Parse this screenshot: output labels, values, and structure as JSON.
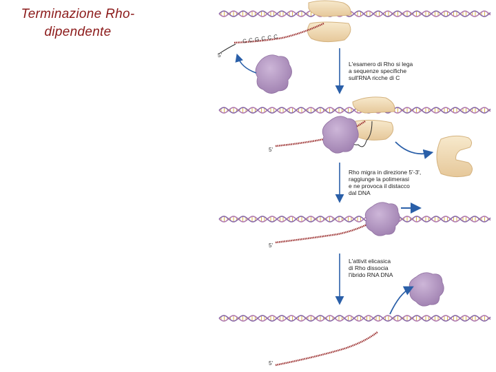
{
  "title": {
    "line1": "Terminazione Rho-",
    "line2": "dipendente"
  },
  "steps": [
    {
      "lines": [
        "L'esamero di Rho si lega",
        "a sequenze specifiche",
        "sull'RNA ricche di C"
      ]
    },
    {
      "lines": [
        "Rho migra in direzione 5'-3',",
        "raggiunge la polimerasi",
        "e ne provoca il distacco",
        "dal DNA"
      ]
    },
    {
      "lines": [
        "L'attivit  elicasica",
        "di Rho dissocia",
        "l'ibrido RNA DNA"
      ]
    }
  ],
  "rna_end_label": "5'",
  "c_rich_sequence": "C C G C C C",
  "colors": {
    "title": "#8b1a1a",
    "dna_strand_a": "#b07bb0",
    "dna_strand_b": "#8a6aa8",
    "rna": "#9b2f2f",
    "rho": "#b59ac2",
    "polymerase": "#f0dcb4",
    "arrow": "#2a5fa8"
  }
}
